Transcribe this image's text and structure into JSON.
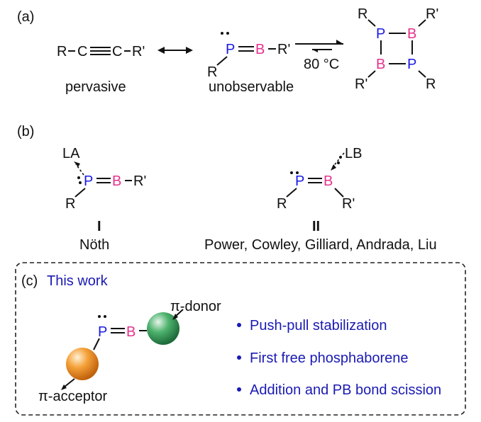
{
  "panel_a": {
    "label": "(a)",
    "alkyne": {
      "r": "R",
      "c1": "C",
      "c2": "C",
      "rp": "R'"
    },
    "alkyne_caption": "pervasive",
    "pb": {
      "p": "P",
      "b": "B",
      "rp": "R'",
      "r": "R"
    },
    "pb_caption": "unobservable",
    "condition": "80 °C",
    "ring": {
      "p1": "P",
      "b1": "B",
      "b2": "B",
      "p2": "P",
      "r1": "R",
      "r2": "R'",
      "r3": "R'",
      "r4": "R"
    }
  },
  "panel_b": {
    "label": "(b)",
    "compound_I": {
      "la": "LA",
      "p": "P",
      "b": "B",
      "rp": "R'",
      "r": "R",
      "numeral": "I",
      "author": "Nöth"
    },
    "compound_II": {
      "lb": "LB",
      "p": "P",
      "b": "B",
      "r": "R",
      "rp": "R'",
      "numeral": "II",
      "authors": "Power, Cowley, Gilliard, Andrada, Liu"
    }
  },
  "panel_c": {
    "label": "(c)",
    "title": "This work",
    "p": "P",
    "b": "B",
    "donor": "π-donor",
    "acceptor": "π-acceptor",
    "bullets": [
      "Push-pull stabilization",
      "First free phosphaborene",
      "Addition and PB bond scission"
    ]
  },
  "colors": {
    "phosphorus": "#1a1ae6",
    "boron": "#e6328c",
    "donor_sphere": "#2e9a55",
    "acceptor_sphere": "#f08c1e",
    "bullet_text": "#1a1ab4"
  }
}
